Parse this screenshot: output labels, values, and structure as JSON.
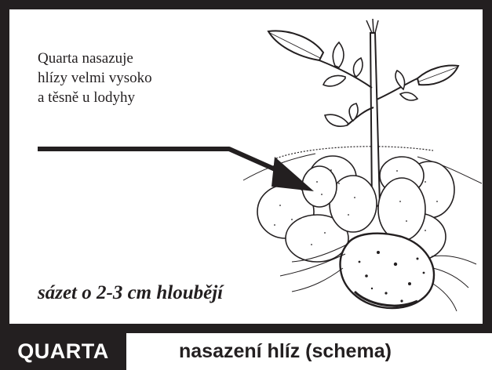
{
  "annotation": {
    "note": "Quarta nasazuje\nhlízy velmi vysoko\na těsně u lodyhy",
    "depth": "sázet o 2-3 cm hloubějí"
  },
  "footer": {
    "brand": "QUARTA",
    "title": "nasazení hlíz (schema)"
  },
  "colors": {
    "ink": "#231f20",
    "paper": "#ffffff"
  }
}
